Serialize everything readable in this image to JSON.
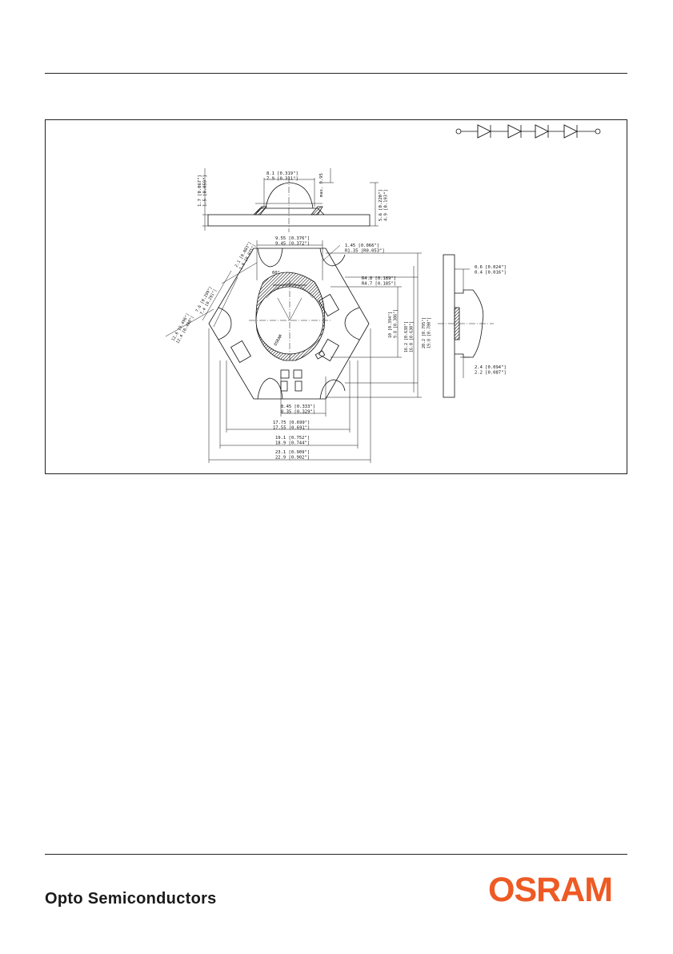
{
  "footer": {
    "company": "Opto Semiconductors",
    "logo": "OSRAM",
    "logo_color": "#ee5a24"
  },
  "drawing": {
    "marking": "OSRAM",
    "angle_label": "60°",
    "side_view": {
      "lens_width": "8.1 [0.319\"]\n7.9 [0.311\"]",
      "max_height": "max. 0.95",
      "base_height": "1.7 [0.067\"]\n1.5 [0.059\"]",
      "total_height": "5.6 [0.220\"]\n4.9 [0.193\"]"
    },
    "top_view": {
      "top_width": "9.55 [0.376\"]\n9.45 [0.372\"]",
      "radius_slot": "1.45 [0.066\"]\nR1.35 [R0.053\"]",
      "hole_radius": "R4.8 [0.189\"]\nR4.7 [0.185\"]",
      "diag_a": "2.1 [0.083\"]\n1.9 [0.075\"]",
      "diag_b": "7.6 [0.299\"]\n7.4 [0.291\"]",
      "diag_c": "12.6 [0.496\"]\n12.4 [0.488\"]",
      "v_inner": "10 [0.394\"]\n9.8 [0.386\"]",
      "v_mid": "16.2 [0.638\"]\n16.0 [0.630\"]",
      "v_outer": "20.2 [0.795\"]\n19.8 [0.780\"]",
      "w1": "8.45 [0.333\"]\n8.35 [0.329\"]",
      "w2": "17.75 [0.699\"]\n17.55 [0.691\"]",
      "w3": "19.1 [0.752\"]\n18.9 [0.744\"]",
      "w4": "23.1 [0.909\"]\n22.9 [0.902\"]"
    },
    "profile_view": {
      "top_gap": "0.6 [0.024\"]\n0.4 [0.016\"]",
      "bottom_gap": "2.4 [0.094\"]\n2.2 [0.087\"]"
    }
  }
}
